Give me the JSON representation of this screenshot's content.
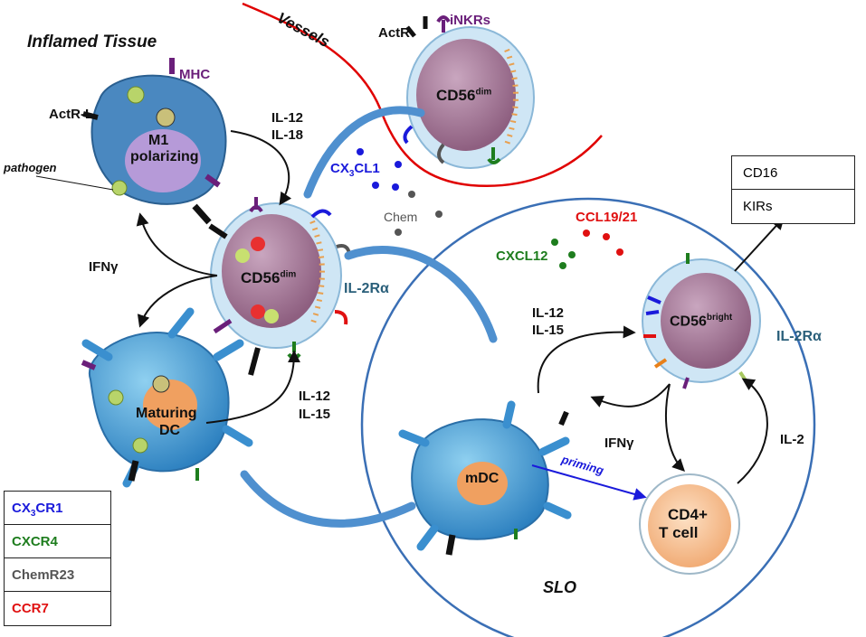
{
  "labels": {
    "inflamed_tissue": "Inflamed Tissue",
    "vessels": "Vessels",
    "slo": "SLO",
    "mhc": "MHC",
    "actr_l": "ActR-L",
    "actr": "ActR",
    "inkrs": "iNKRs",
    "pathogen": "pathogen",
    "m1_line1": "M1",
    "m1_line2": "polarizing",
    "il12_il18_a": "IL-12",
    "il12_il18_b": "IL-18",
    "cx3cl1_main": "CX",
    "cx3cl1_sub": "3",
    "cx3cl1_end": "CL1",
    "chem": "Chem",
    "ccl19_21": "CCL19/21",
    "cxcl12": "CXCL12",
    "ifng_left": "IFNγ",
    "ifng_right": "IFNγ",
    "cd56_prefix": "CD56",
    "cd56_dim_sup": "dim",
    "cd56_bright_sup": "bright",
    "il2ra_left": "IL-2Rα",
    "il2ra_right": "IL-2Rα",
    "maturing_1": "Maturing",
    "maturing_2": "DC",
    "il12_il15_left_a": "IL-12",
    "il12_il15_left_b": "IL-15",
    "il12_il15_right_a": "IL-12",
    "il12_il15_right_b": "IL-15",
    "mdc": "mDC",
    "priming": "priming",
    "cd4_1": "CD4+",
    "cd4_2": "T cell",
    "il2": "IL-2"
  },
  "kir_box": [
    "CD16",
    "KIRs"
  ],
  "legend": [
    {
      "main": "CX",
      "sub": "3",
      "end": "CR1",
      "color": "#1a1adb"
    },
    {
      "main": "CXCR4",
      "sub": "",
      "end": "",
      "color": "#1e7d1e"
    },
    {
      "main": "ChemR23",
      "sub": "",
      "end": "",
      "color": "#555555"
    },
    {
      "main": "CCR7",
      "sub": "",
      "end": "",
      "color": "#e01010"
    }
  ],
  "colors": {
    "vessel": "#e00000",
    "slo_border": "#3a6fb5",
    "nk_body": "#a87b9a",
    "dc_body": "#4aa3d8",
    "mhc": "#6a1f7a",
    "cx3": "#1a1adb",
    "cxcr4": "#1e7d1e",
    "ccr7": "#e01010",
    "chemr23": "#555555"
  }
}
